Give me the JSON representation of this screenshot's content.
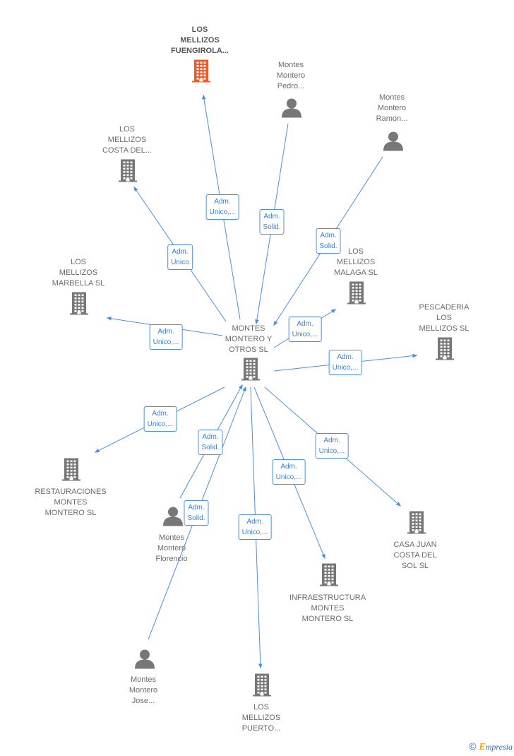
{
  "colors": {
    "edge": "#4a8fe0",
    "company": "#777777",
    "company_highlight": "#f05a28",
    "person": "#777777"
  },
  "nodes": [
    {
      "id": "center",
      "label": "MONTES\nMONTERO Y\nOTROS  SL",
      "icon": "building-icon"
    },
    {
      "id": "fuengirola",
      "label": "LOS\nMELLIZOS\nFUENGIROLA...",
      "icon": "building-icon",
      "highlight": true
    },
    {
      "id": "pedro",
      "label": "Montes\nMontero\nPedro...",
      "icon": "person-icon"
    },
    {
      "id": "ramon",
      "label": "Montes\nMontero\nRamon...",
      "icon": "person-icon"
    },
    {
      "id": "costadel",
      "label": "LOS\nMELLIZOS\nCOSTA DEL...",
      "icon": "building-icon"
    },
    {
      "id": "marbella",
      "label": "LOS\nMELLIZOS\nMARBELLA  SL",
      "icon": "building-icon"
    },
    {
      "id": "malaga",
      "label": "LOS\nMELLIZOS\nMALAGA SL",
      "icon": "building-icon"
    },
    {
      "id": "pescaderia",
      "label": "PESCADERIA\nLOS\nMELLIZOS  SL",
      "icon": "building-icon"
    },
    {
      "id": "restauraciones",
      "label": "RESTAURACIONES\nMONTES\nMONTERO  SL",
      "icon": "building-icon"
    },
    {
      "id": "florencio",
      "label": "Montes\nMontero\nFlorencio",
      "icon": "person-icon"
    },
    {
      "id": "casajuan",
      "label": "CASA JUAN\nCOSTA DEL\nSOL  SL",
      "icon": "building-icon"
    },
    {
      "id": "infraestructura",
      "label": "INFRAESTRUCTURA\nMONTES\nMONTERO  SL",
      "icon": "building-icon"
    },
    {
      "id": "jose",
      "label": "Montes\nMontero\nJose...",
      "icon": "person-icon"
    },
    {
      "id": "puerto",
      "label": "LOS\nMELLIZOS\nPUERTO...",
      "icon": "building-icon"
    }
  ],
  "edges": [
    {
      "from": "center",
      "to": "fuengirola",
      "label": "Adm.\nUnico,..."
    },
    {
      "from": "pedro",
      "to": "center",
      "label": "Adm.\nSolid."
    },
    {
      "from": "ramon",
      "to": "center",
      "label": "Adm.\nSolid."
    },
    {
      "from": "center",
      "to": "costadel",
      "label": "Adm.\nUnico"
    },
    {
      "from": "center",
      "to": "marbella",
      "label": "Adm.\nUnico,..."
    },
    {
      "from": "center",
      "to": "malaga",
      "label": "Adm.\nUnico,..."
    },
    {
      "from": "center",
      "to": "pescaderia",
      "label": "Adm.\nUnico,..."
    },
    {
      "from": "center",
      "to": "restauraciones",
      "label": "Adm.\nUnico,..."
    },
    {
      "from": "florencio",
      "to": "center",
      "label": "Adm.\nSolid."
    },
    {
      "from": "jose",
      "to": "center",
      "label": "Adm.\nSolid."
    },
    {
      "from": "center",
      "to": "casajuan",
      "label": "Adm.\nUnico,..."
    },
    {
      "from": "center",
      "to": "infraestructura",
      "label": "Adm.\nUnico,..."
    },
    {
      "from": "center",
      "to": "puerto",
      "label": "Adm.\nUnico,..."
    }
  ],
  "footer": {
    "copyright": "©",
    "brand_first": "E",
    "brand_rest": "mpresia"
  }
}
